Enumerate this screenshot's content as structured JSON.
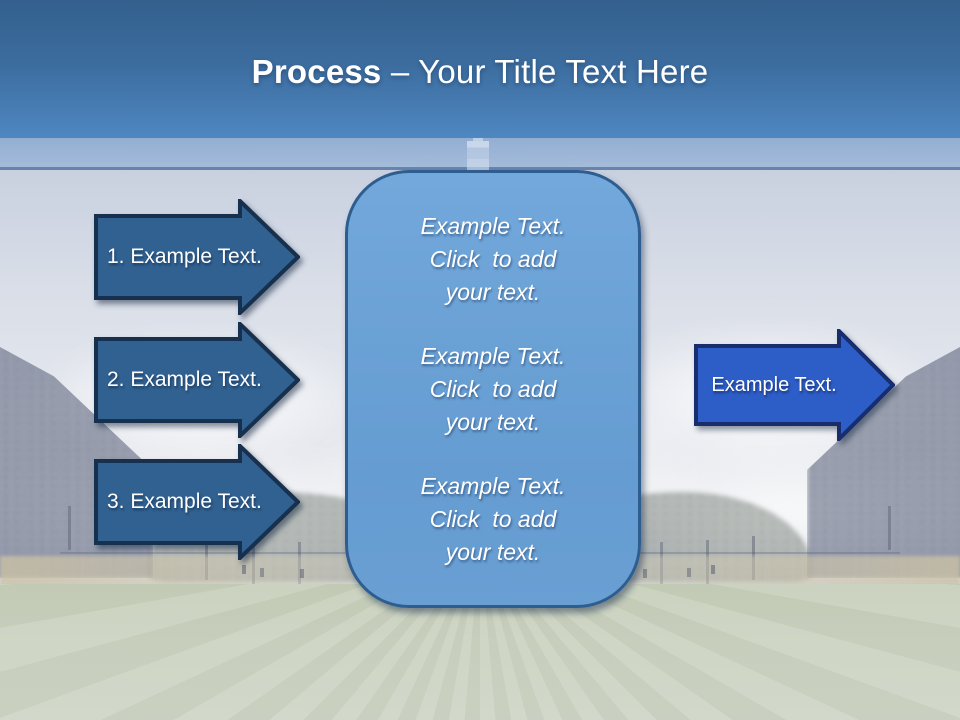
{
  "title": {
    "bold": "Process",
    "rest": " – Your Title Text Here"
  },
  "left_arrows": [
    {
      "label": "1. Example Text."
    },
    {
      "label": "2. Example Text."
    },
    {
      "label": "3. Example Text."
    }
  ],
  "center_box": {
    "blocks": [
      {
        "line1": "Example Text.",
        "line2": "Click  to add",
        "line3": "your text."
      },
      {
        "line1": "Example Text.",
        "line2": "Click  to add",
        "line3": "your text."
      },
      {
        "line1": "Example Text.",
        "line2": "Click  to add",
        "line3": "your text."
      }
    ]
  },
  "right_arrow": {
    "label": "Example Text."
  },
  "colors": {
    "header_gradient_top": "#33608d",
    "header_gradient_bottom": "#4e87c1",
    "step_arrow_fill": "#316191",
    "step_arrow_border": "#16304d",
    "center_box_fill": "#69a0d5",
    "center_box_border": "#2e5d90",
    "cta_arrow_fill": "#2d5dc7",
    "cta_arrow_border": "#172d6e",
    "text": "#ffffff"
  },
  "background": {
    "photo": "tree-lined-park-avenue"
  }
}
